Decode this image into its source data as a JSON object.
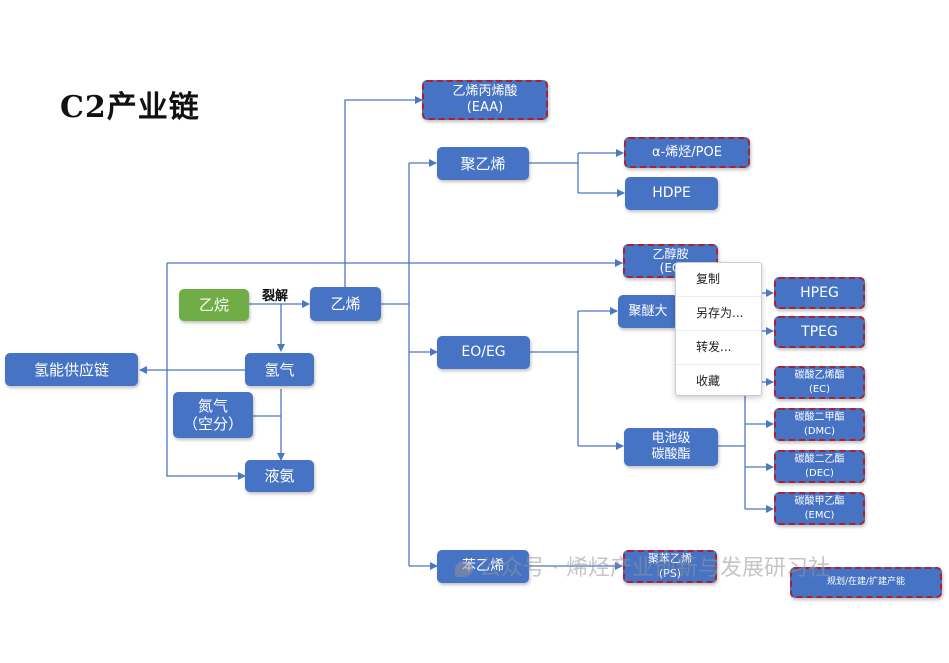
{
  "title": "C2产业链",
  "edge_labels": {
    "cracking": "裂解"
  },
  "nodes": {
    "ethane": "乙烷",
    "ethylene": "乙烯",
    "hydrogen": "氢气",
    "hydrogen_chain": "氢能供应链",
    "nitrogen_l1": "氮气",
    "nitrogen_l2": "（空分）",
    "liquid_ammonia": "液氨",
    "eaa_l1": "乙烯丙烯酸",
    "eaa_l2": "(EAA)",
    "polyethylene": "聚乙烯",
    "poe": "α-烯烃/POE",
    "hdpe": "HDPE",
    "eoa_l1": "乙醇胺",
    "eoa_l2": "(EO",
    "eo_eg": "EO/EG",
    "polyether": "聚醚大",
    "hpeg": "HPEG",
    "tpeg": "TPEG",
    "battery_l1": "电池级",
    "battery_l2": "碳酸酯",
    "ec_l1": "碳酸乙烯酯",
    "ec_l2": "(EC)",
    "dmc_l1": "碳酸二甲酯",
    "dmc_l2": "(DMC)",
    "dec_l1": "碳酸二乙酯",
    "dec_l2": "(DEC)",
    "emc_l1": "碳酸甲乙酯",
    "emc_l2": "(EMC)",
    "styrene": "苯乙烯",
    "ps_l1": "聚苯乙烯",
    "ps_l2": "(PS)",
    "legend": "规划/在建/扩建产能"
  },
  "context_menu": {
    "copy": "复制",
    "save_as": "另存为...",
    "forward": "转发...",
    "favorite": "收藏"
  },
  "watermark": "公众号 · 烯烃产业创新与发展研习社",
  "colors": {
    "node": "#4673c4",
    "dashed_border": "#b0202a",
    "green": "#70ad47",
    "line": "#4a78c2"
  }
}
